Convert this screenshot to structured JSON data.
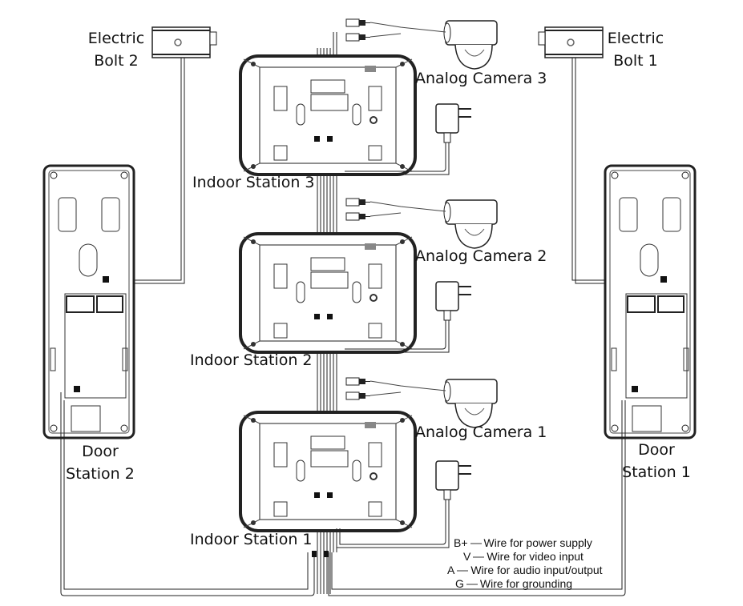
{
  "diagram": {
    "devices": {
      "electric_bolt_2": "Electric\nBolt 2",
      "electric_bolt_1": "Electric\nBolt 1",
      "analog_camera_3": "Analog Camera 3",
      "analog_camera_2": "Analog Camera 2",
      "analog_camera_1": "Analog Camera 1",
      "indoor_station_3": "Indoor Station 3",
      "indoor_station_2": "Indoor Station 2",
      "indoor_station_1": "Indoor Station 1",
      "door_station_2": "Door\nStation 2",
      "door_station_1": "Door\nStation 1"
    },
    "legend": [
      {
        "code": "B+",
        "text": "Wire for power supply"
      },
      {
        "code": "V",
        "text": "Wire for video input"
      },
      {
        "code": "A",
        "text": "Wire for audio input/output"
      },
      {
        "code": "G",
        "text": "Wire for grounding"
      }
    ],
    "colors": {
      "line": "#222222",
      "fill": "#ffffff",
      "wire_gray": "#999999"
    }
  }
}
